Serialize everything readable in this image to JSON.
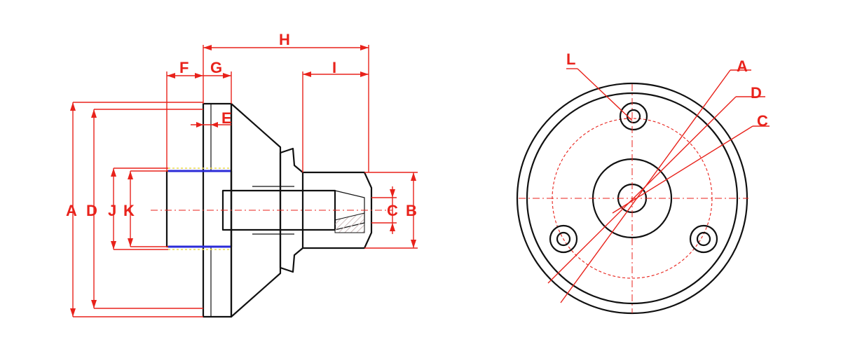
{
  "labels": {
    "A": "A",
    "B": "B",
    "C": "C",
    "D": "D",
    "E": "E",
    "F": "F",
    "G": "G",
    "H": "H",
    "I": "I",
    "J": "J",
    "K": "K",
    "L": "L"
  },
  "colors": {
    "outline": "#111111",
    "dimension": "#e8221b",
    "fit_highlight_blue": "#2b2bd8",
    "fit_highlight_yellow": "#e8d84a"
  }
}
